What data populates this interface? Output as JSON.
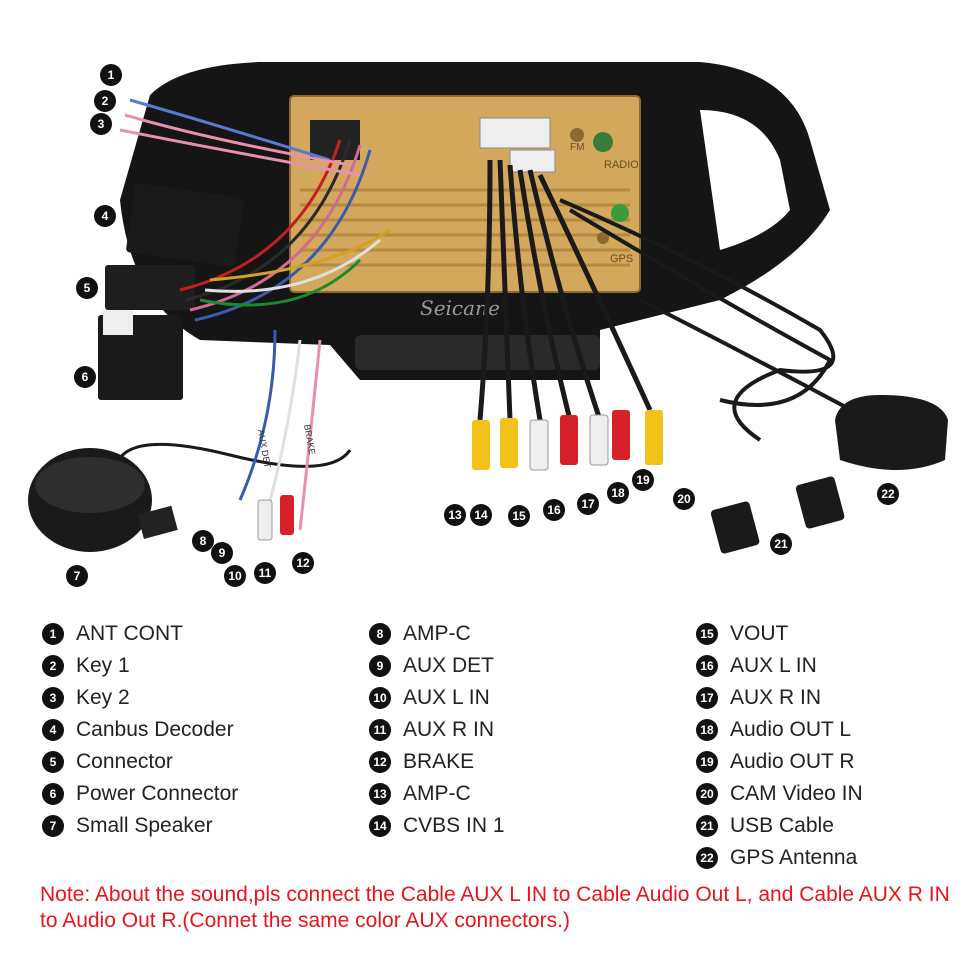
{
  "brand_watermark": "Seicane",
  "unit_labels": {
    "radio": "RADIO",
    "gps": "GPS",
    "fm": "FM"
  },
  "cable_tags": {
    "aux_det": "AUX DET",
    "brake": "BRAKE"
  },
  "legend": {
    "columns": [
      [
        {
          "num": "1",
          "label": "ANT CONT"
        },
        {
          "num": "2",
          "label": "Key 1"
        },
        {
          "num": "3",
          "label": "Key 2"
        },
        {
          "num": "4",
          "label": "Canbus Decoder"
        },
        {
          "num": "5",
          "label": "Connector"
        },
        {
          "num": "6",
          "label": "Power Connector"
        },
        {
          "num": "7",
          "label": "Small Speaker"
        }
      ],
      [
        {
          "num": "8",
          "label": "AMP-C"
        },
        {
          "num": "9",
          "label": "AUX DET"
        },
        {
          "num": "10",
          "label": "AUX L IN"
        },
        {
          "num": "11",
          "label": "AUX R IN"
        },
        {
          "num": "12",
          "label": "BRAKE"
        },
        {
          "num": "13",
          "label": "AMP-C"
        },
        {
          "num": "14",
          "label": "CVBS IN 1"
        }
      ],
      [
        {
          "num": "15",
          "label": "VOUT"
        },
        {
          "num": "16",
          "label": "AUX L IN"
        },
        {
          "num": "17",
          "label": "AUX R IN"
        },
        {
          "num": "18",
          "label": "Audio OUT L"
        },
        {
          "num": "19",
          "label": "Audio OUT R"
        },
        {
          "num": "20",
          "label": "CAM Video IN"
        },
        {
          "num": "21",
          "label": "USB Cable"
        },
        {
          "num": "22",
          "label": "GPS Antenna"
        }
      ]
    ]
  },
  "note": "Note: About the sound,pls connect the Cable AUX L IN to Cable Audio Out L, and Cable AUX R IN to  Audio Out R.(Connet the same color AUX connectors.)",
  "colors": {
    "note": "#e8141b",
    "badge": "#111111",
    "panel_gold": "#d4a85c",
    "frame": "#151515",
    "rca_yellow": "#f2c21a",
    "rca_red": "#d8202a",
    "rca_white": "#eeeeee"
  }
}
